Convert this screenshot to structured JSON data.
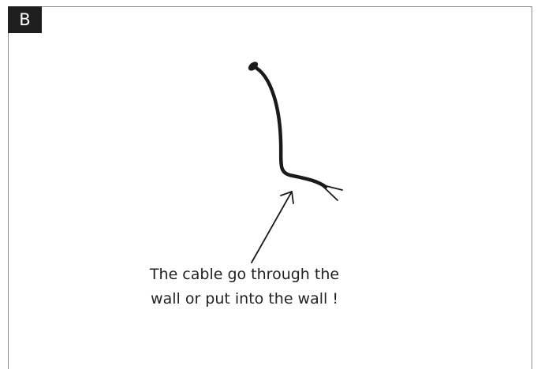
{
  "panel": {
    "label": "B"
  },
  "caption": {
    "line1": "The cable go through the",
    "line2": "wall or put into the wall !"
  },
  "colors": {
    "ink": "#1a1a1a",
    "badge_background": "#1f1f1f",
    "badge_text": "#ffffff",
    "border": "#8a8a8a"
  }
}
